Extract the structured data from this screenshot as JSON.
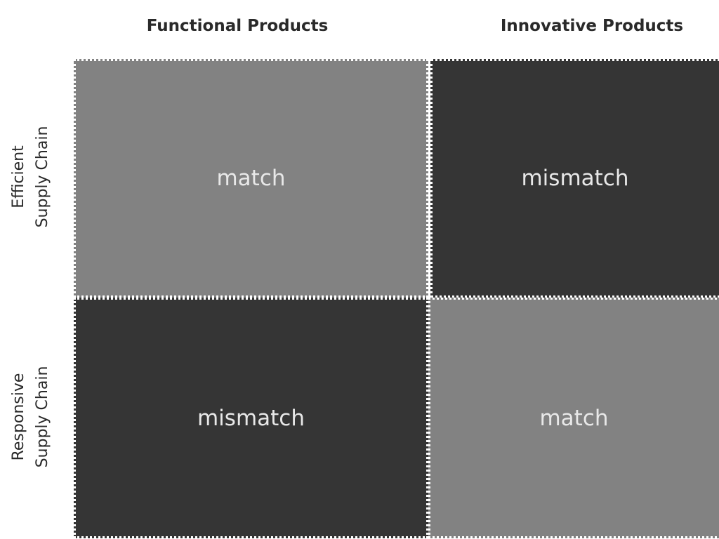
{
  "columns": [
    "Functional Products",
    "Innovative Products"
  ],
  "rows": [
    {
      "line1": "Efficient",
      "line2": "Supply Chain"
    },
    {
      "line1": "Responsive",
      "line2": "Supply Chain"
    }
  ],
  "cells": [
    [
      "match",
      "mismatch"
    ],
    [
      "mismatch",
      "match"
    ]
  ],
  "colors": {
    "match": "#828282",
    "mismatch": "#353535",
    "border": "#ffffff"
  }
}
